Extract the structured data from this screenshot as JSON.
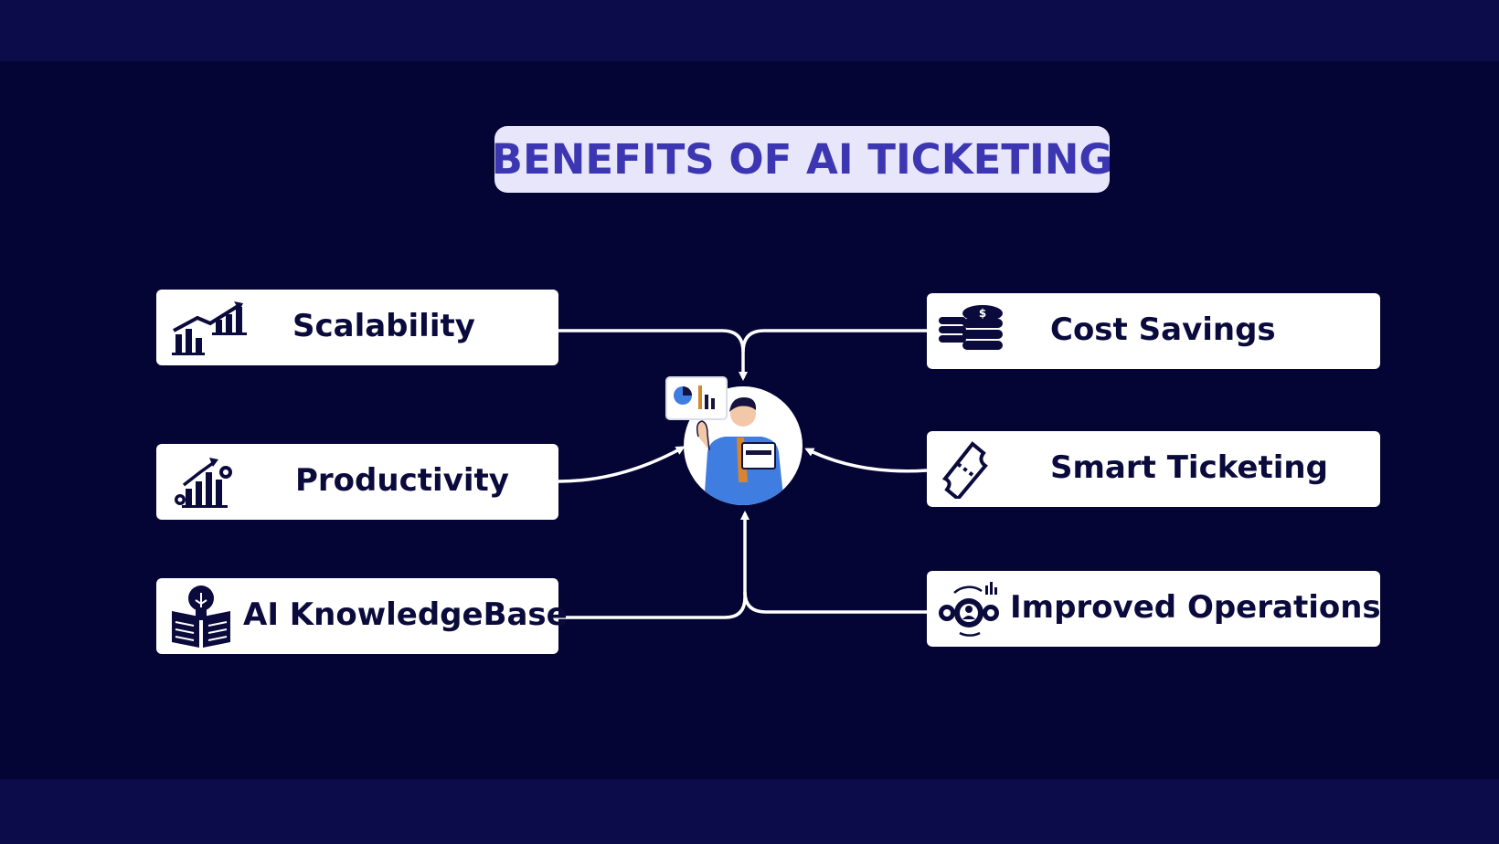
{
  "title": "BENEFITS OF AI TICKETING",
  "benefits_left": [
    {
      "label": "Scalability",
      "icon": "growth-chart-icon"
    },
    {
      "label": "Productivity",
      "icon": "productivity-chart-gear-icon"
    },
    {
      "label": "AI KnowledgeBase",
      "icon": "lightbulb-book-icon"
    }
  ],
  "benefits_right": [
    {
      "label": "Cost Savings",
      "icon": "coin-stack-dollar-icon"
    },
    {
      "label": "Smart Ticketing",
      "icon": "ticket-icon"
    },
    {
      "label": "Improved Operations",
      "icon": "gears-person-cycle-icon"
    }
  ],
  "hub": {
    "icon": "analyst-presenting-chart-icon"
  },
  "colors": {
    "background": "#050535",
    "band": "#0d0c4a",
    "title_bg": "#e7e6fa",
    "title_text": "#3c36b3",
    "card_bg": "#ffffff",
    "card_text": "#0a0a3c",
    "connector": "#ffffff"
  }
}
